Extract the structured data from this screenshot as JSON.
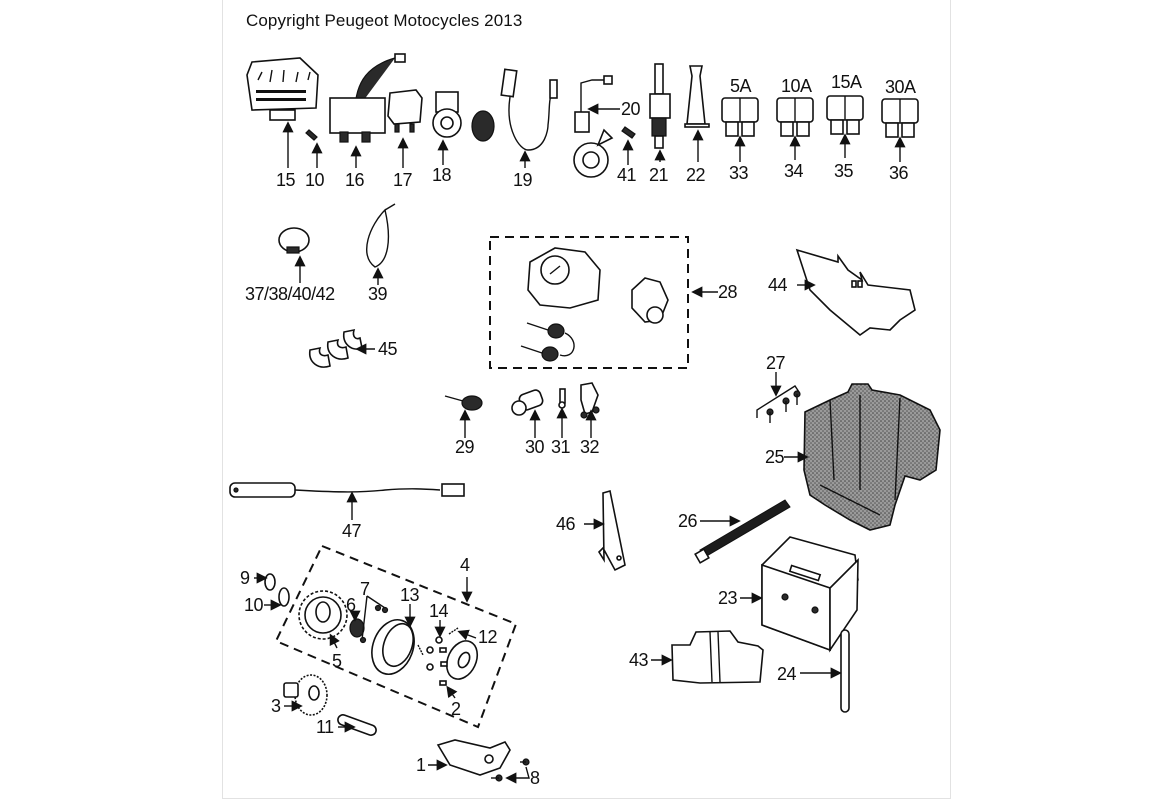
{
  "copyright": "Copyright Peugeot Motocycles 2013",
  "fuses": [
    {
      "rating": "5A",
      "ref": "33"
    },
    {
      "rating": "10A",
      "ref": "34"
    },
    {
      "rating": "15A",
      "ref": "35"
    },
    {
      "rating": "30A",
      "ref": "36"
    }
  ],
  "callouts": {
    "c15": "15",
    "c10a": "10",
    "c16": "16",
    "c17": "17",
    "c18": "18",
    "c19": "19",
    "c20": "20",
    "c41": "41",
    "c21": "21",
    "c22": "22",
    "c3738": "37/38/40/42",
    "c39": "39",
    "c45": "45",
    "c28": "28",
    "c44": "44",
    "c27": "27",
    "c25": "25",
    "c29": "29",
    "c30": "30",
    "c31": "31",
    "c32": "32",
    "c47": "47",
    "c46": "46",
    "c26": "26",
    "c23": "23",
    "c43": "43",
    "c24": "24",
    "c4": "4",
    "c9": "9",
    "c10b": "10",
    "c6": "6",
    "c7": "7",
    "c13": "13",
    "c14": "14",
    "c12": "12",
    "c5": "5",
    "c2": "2",
    "c3": "3",
    "c11": "11",
    "c1": "1",
    "c8": "8"
  }
}
